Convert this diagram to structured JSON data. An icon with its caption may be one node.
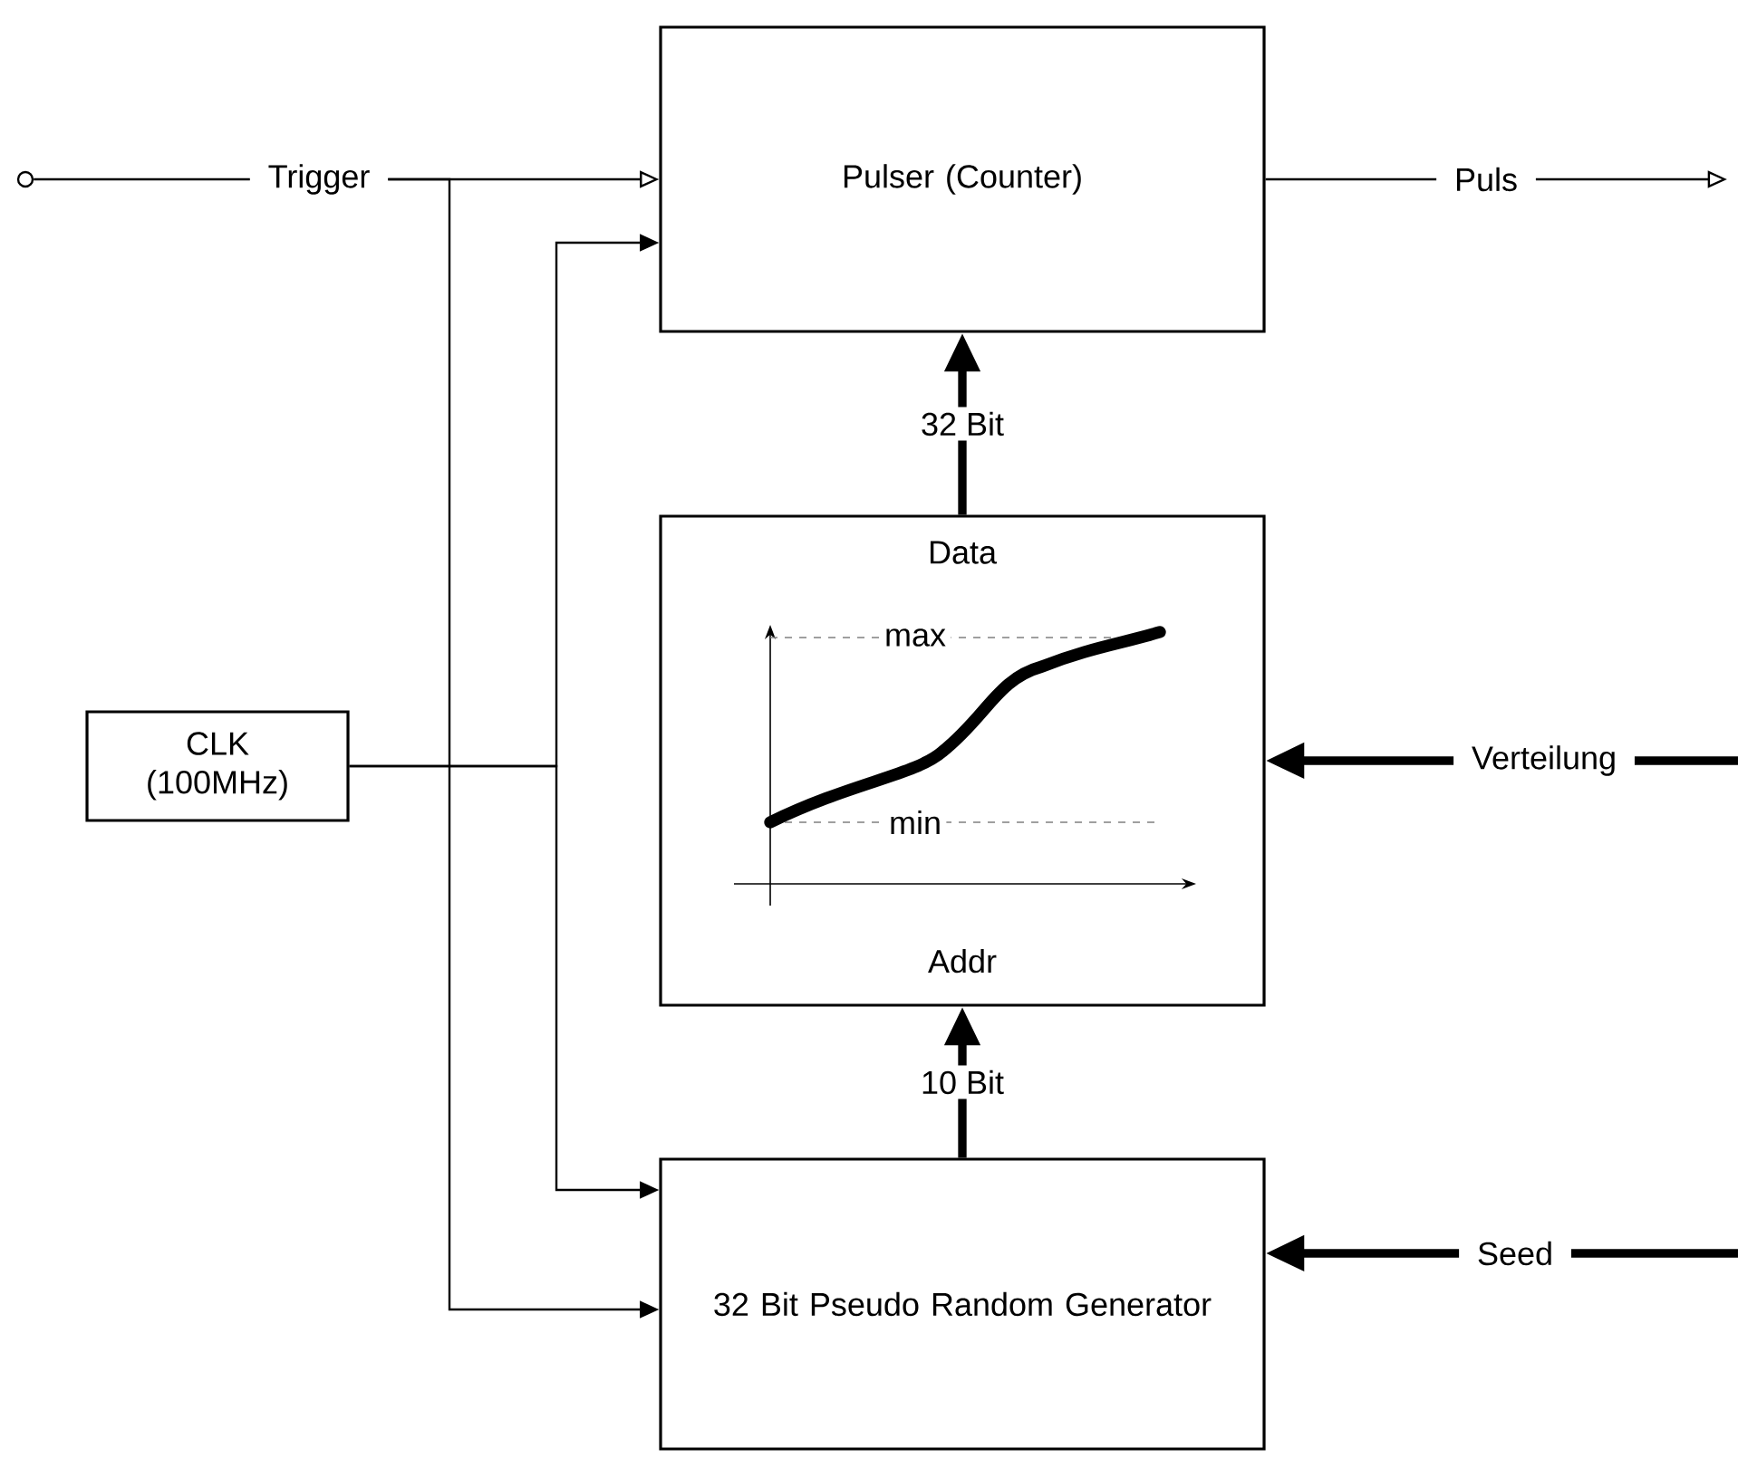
{
  "diagram": {
    "nodes": [
      {
        "text": [
          "Pulser (Counter)"
        ]
      },
      {
        "text": [
          "Data",
          "Addr"
        ]
      },
      {
        "text": [
          "32 Bit Pseudo Random Generator"
        ]
      },
      {
        "text": [
          "CLK (100MHz)"
        ]
      },
      {
        "text": [],
        "shape": "circle"
      },
      {
        "text": [
          "Trigger"
        ]
      },
      {
        "text": [
          "Puls"
        ]
      },
      {
        "text": [
          "Verteilung"
        ]
      },
      {
        "text": [
          "Seed"
        ]
      }
    ],
    "edges": [
      {
        "from": 4,
        "to": 5,
        "arrow": "none"
      },
      {
        "from": 5,
        "to": 0,
        "arrow": "to"
      },
      {
        "from": 5,
        "to": 2,
        "arrow": "to"
      },
      {
        "from": 3,
        "to": 0,
        "arrow": "to"
      },
      {
        "from": 3,
        "to": 2,
        "arrow": "to"
      },
      {
        "from": 0,
        "to": 6,
        "arrow": "none"
      },
      {
        "from": 6,
        "to": null,
        "arrow": "to"
      },
      {
        "from": 1,
        "to": 0,
        "arrow": "to",
        "label": "32 Bit",
        "style": "thick"
      },
      {
        "from": 2,
        "to": 1,
        "arrow": "to",
        "label": "10 Bit",
        "style": "thick"
      },
      {
        "from": null,
        "to": 7,
        "arrow": "none",
        "style": "thick"
      },
      {
        "from": 7,
        "to": 1,
        "arrow": "to",
        "style": "thick"
      },
      {
        "from": null,
        "to": 8,
        "arrow": "none",
        "style": "thick"
      },
      {
        "from": 8,
        "to": 2,
        "arrow": "to",
        "style": "thick"
      }
    ],
    "labels": [
      "max",
      "min"
    ]
  }
}
